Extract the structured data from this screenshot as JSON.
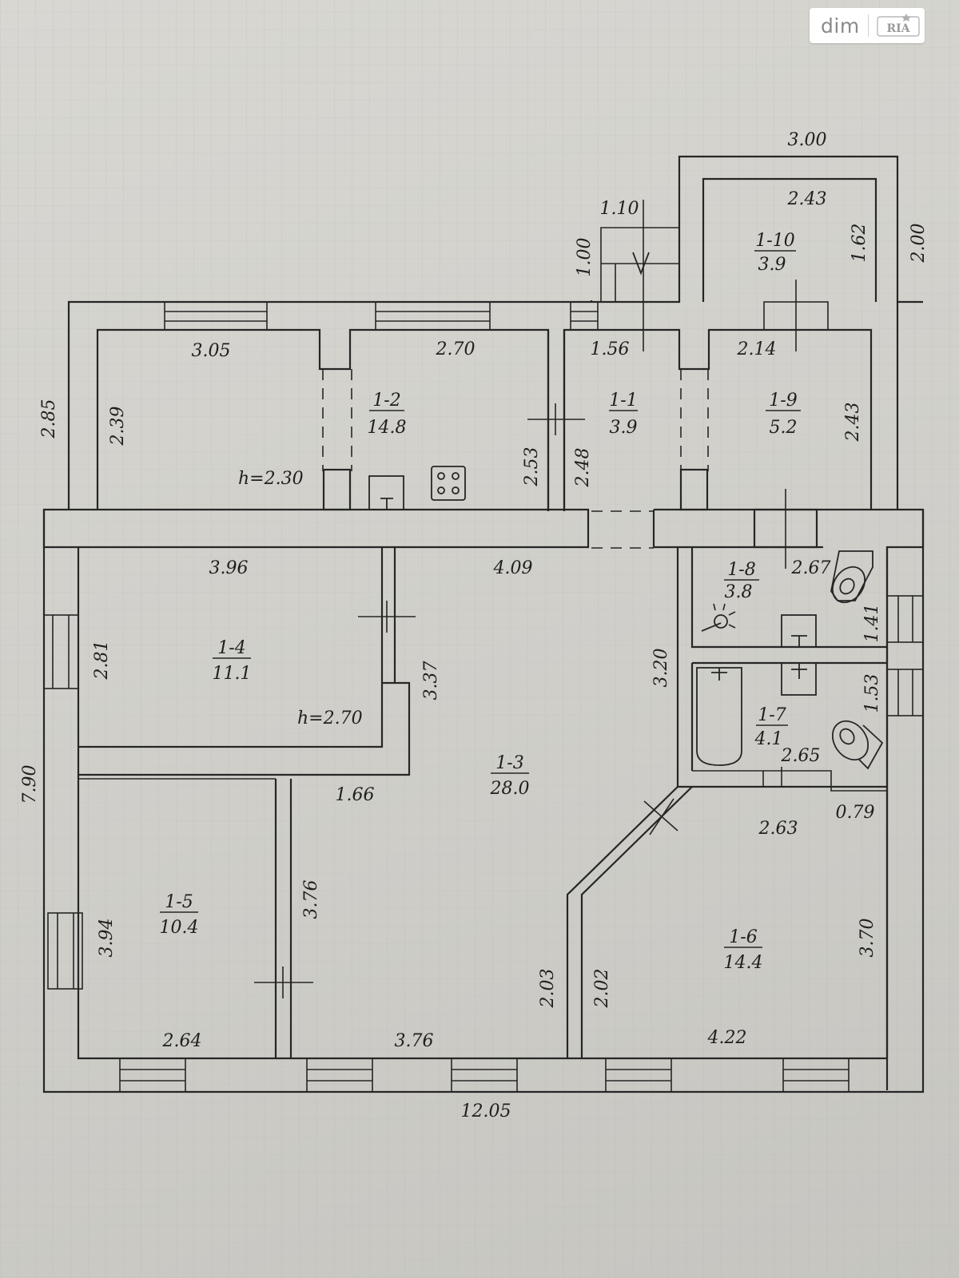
{
  "logo": {
    "text": "dim",
    "badge": "RIA"
  },
  "rooms": [
    {
      "id": "1-1",
      "area": "3.9"
    },
    {
      "id": "1-2",
      "area": "14.8"
    },
    {
      "id": "1-3",
      "area": "28.0"
    },
    {
      "id": "1-4",
      "area": "11.1"
    },
    {
      "id": "1-5",
      "area": "10.4"
    },
    {
      "id": "1-6",
      "area": "14.4"
    },
    {
      "id": "1-7",
      "area": "4.1"
    },
    {
      "id": "1-8",
      "area": "3.8"
    },
    {
      "id": "1-9",
      "area": "5.2"
    },
    {
      "id": "1-10",
      "area": "3.9"
    }
  ],
  "heights": {
    "kitchen": "h=2.30",
    "room_1_4": "h=2.70"
  },
  "dimensions": {
    "top_annex_width": "3.00",
    "annex_inner_width": "2.43",
    "annex_inner_height": "1.62",
    "annex_outer_height": "2.00",
    "porch_width": "1.10",
    "porch_height": "1.00",
    "room_top_left_width": "3.05",
    "kitchen_width": "2.70",
    "hall_width": "1.56",
    "room_1_9_width": "2.14",
    "left_wing_height": "2.85",
    "room_top_left_height": "2.39",
    "kitchen_height": "2.53",
    "hall_height": "2.48",
    "room_1_9_height": "2.43",
    "room_1_4_width": "3.96",
    "room_1_3_top_width": "4.09",
    "room_1_8_width": "2.67",
    "room_1_4_height": "2.81",
    "room_1_3_side": "3.37",
    "corridor_height": "3.20",
    "room_1_8_height": "1.41",
    "room_1_7_height": "1.53",
    "room_1_7_width": "2.65",
    "passage_width": "1.66",
    "room_1_6_top": "2.63",
    "room_1_6_step": "0.79",
    "house_height": "7.90",
    "room_1_5_height": "3.94",
    "room_1_3_lower_height": "3.76",
    "room_1_6_height": "3.70",
    "room_1_3_diag_left": "2.03",
    "room_1_6_diag": "2.02",
    "room_1_5_width": "2.64",
    "room_1_3_bottom": "3.76",
    "room_1_6_width": "4.22",
    "house_width": "12.05"
  }
}
